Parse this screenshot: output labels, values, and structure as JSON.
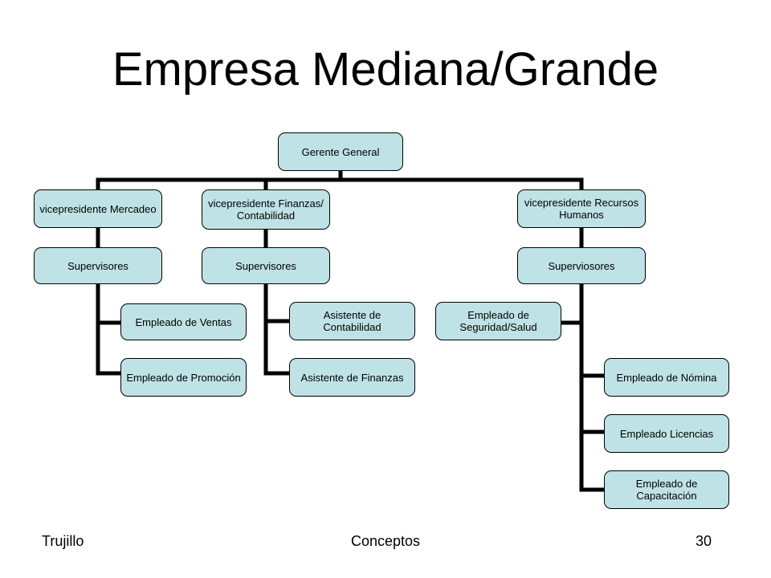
{
  "title": "Empresa Mediana/Grande",
  "org_chart": {
    "root": "Gerente General",
    "vp_mercadeo": "vicepresidente Mercadeo",
    "vp_finanzas": "vicepresidente Finanzas/ Contabilidad",
    "vp_rrhh": "vicepresidente Recursos Humanos",
    "sup_mercadeo": "Supervisores",
    "sup_finanzas": "Supervisores",
    "sup_rrhh": "Superviosores",
    "emp_ventas": "Empleado de Ventas",
    "emp_promocion": "Empleado de Promoción",
    "asist_contabilidad": "Asistente de Contabilidad",
    "asist_finanzas": "Asistente de Finanzas",
    "emp_seguridad": "Empleado de Seguridad/Salud",
    "emp_nomina": "Empleado de Nómina",
    "emp_licencias": "Empleado Licencias",
    "emp_capacitacion": "Empleado de Capacitación"
  },
  "colors": {
    "box_fill": "#bfe2e6",
    "connector": "#000000"
  },
  "footer": {
    "left": "Trujillo",
    "center": "Conceptos",
    "page": "30"
  }
}
